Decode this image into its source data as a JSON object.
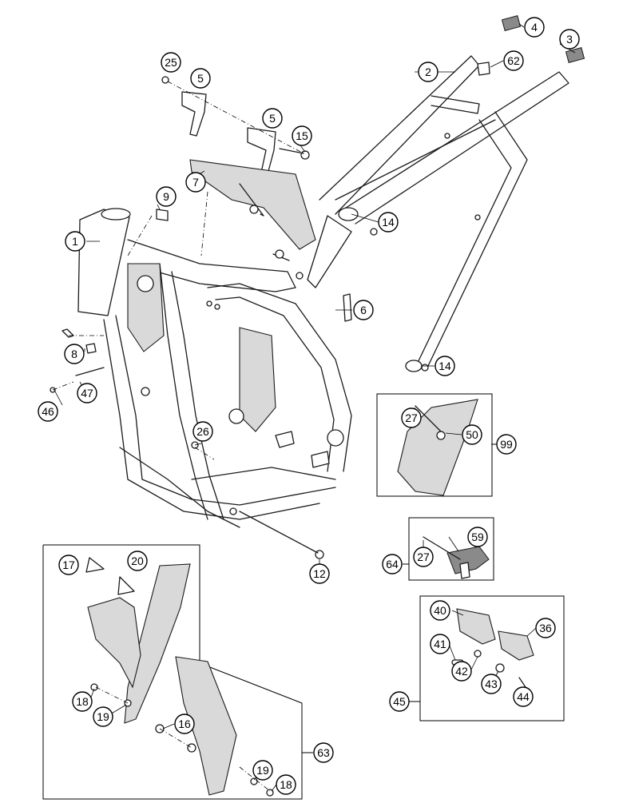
{
  "callouts": {
    "c1": "1",
    "c2": "2",
    "c3": "3",
    "c4": "4",
    "c5a": "5",
    "c5b": "5",
    "c6": "6",
    "c7": "7",
    "c8": "8",
    "c9": "9",
    "c12": "12",
    "c14a": "14",
    "c14b": "14",
    "c15": "15",
    "c16": "16",
    "c17": "17",
    "c18a": "18",
    "c18b": "18",
    "c19a": "19",
    "c19b": "19",
    "c20": "20",
    "c25": "25",
    "c26": "26",
    "c27a": "27",
    "c27b": "27",
    "c36": "36",
    "c40": "40",
    "c41": "41",
    "c42": "42",
    "c43": "43",
    "c44": "44",
    "c45": "45",
    "c46": "46",
    "c47": "47",
    "c50": "50",
    "c59": "59",
    "c62": "62",
    "c63": "63",
    "c64": "64",
    "c99": "99"
  }
}
